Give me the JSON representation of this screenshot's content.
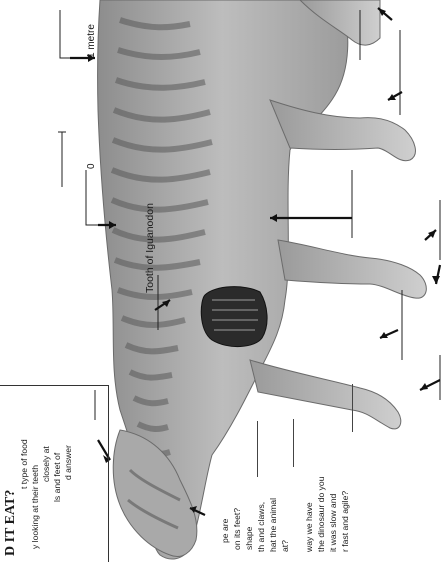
{
  "scale_bar": {
    "start_label": "0",
    "end_label": "1 metre"
  },
  "tooth_caption": "Tooth of Iguanodon",
  "worksheet": {
    "heading": "D IT EAT?",
    "intro_lines": [
      "t type of food",
      "y looking at their  teeth",
      "closely at",
      "ls and feet of",
      "d answer"
    ],
    "questions": [
      "pe are",
      "on its feet?",
      "shape",
      "th and claws,",
      "hat the animal",
      "at?",
      "way we have",
      "the dinosaur do you",
      "it was slow and",
      "r fast and agile?"
    ]
  }
}
